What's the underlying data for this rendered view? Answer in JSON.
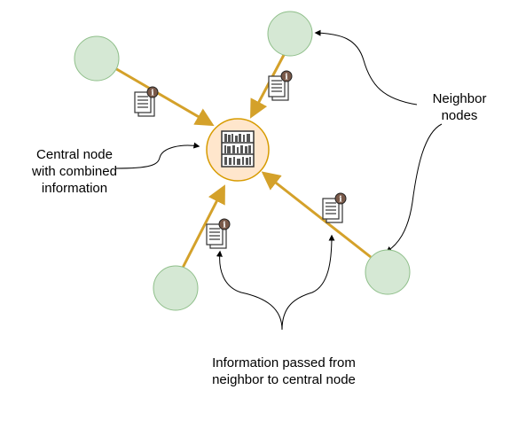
{
  "labels": {
    "central": [
      "Central node",
      "with combined",
      "information"
    ],
    "neighbor": [
      "Neighbor",
      "nodes"
    ],
    "info": [
      "Information passed from",
      "neighbor to central node"
    ]
  },
  "colors": {
    "neighbor_fill": "#d5e8d4",
    "neighbor_stroke": "#8fbf8a",
    "central_fill": "#ffe6cc",
    "central_stroke": "#d79b00",
    "edge": "#d4a12a",
    "doc_fill": "#ffffff",
    "doc_stroke": "#333333",
    "info_badge": "#7a5a4a"
  },
  "icons": {
    "central": "bookshelf-icon",
    "message": "document-info-icon"
  },
  "nodes": {
    "central": {
      "id": "central-node"
    },
    "neighbors": [
      {
        "id": "neighbor-node-top-left"
      },
      {
        "id": "neighbor-node-top-right"
      },
      {
        "id": "neighbor-node-bottom-left"
      },
      {
        "id": "neighbor-node-bottom-right"
      }
    ]
  }
}
